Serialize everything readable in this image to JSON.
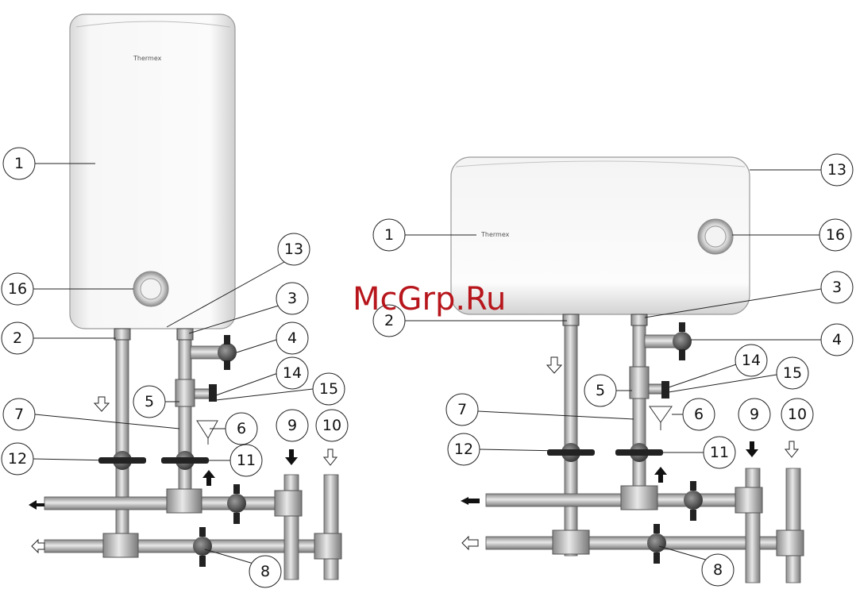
{
  "watermark": "McGrp.Ru",
  "brand": "Thermex",
  "left_callouts": {
    "c1": "1",
    "c16": "16",
    "c2": "2",
    "c13": "13",
    "c3": "3",
    "c4": "4",
    "c14": "14",
    "c5": "5",
    "c15": "15",
    "c7": "7",
    "c6": "6",
    "c9": "9",
    "c10": "10",
    "c12": "12",
    "c11": "11",
    "c8": "8"
  },
  "right_callouts": {
    "c13": "13",
    "c1": "1",
    "c16": "16",
    "c3": "3",
    "c2": "2",
    "c4": "4",
    "c14": "14",
    "c15": "15",
    "c5": "5",
    "c7": "7",
    "c6": "6",
    "c9": "9",
    "c10": "10",
    "c12": "12",
    "c11": "11",
    "c8": "8"
  }
}
